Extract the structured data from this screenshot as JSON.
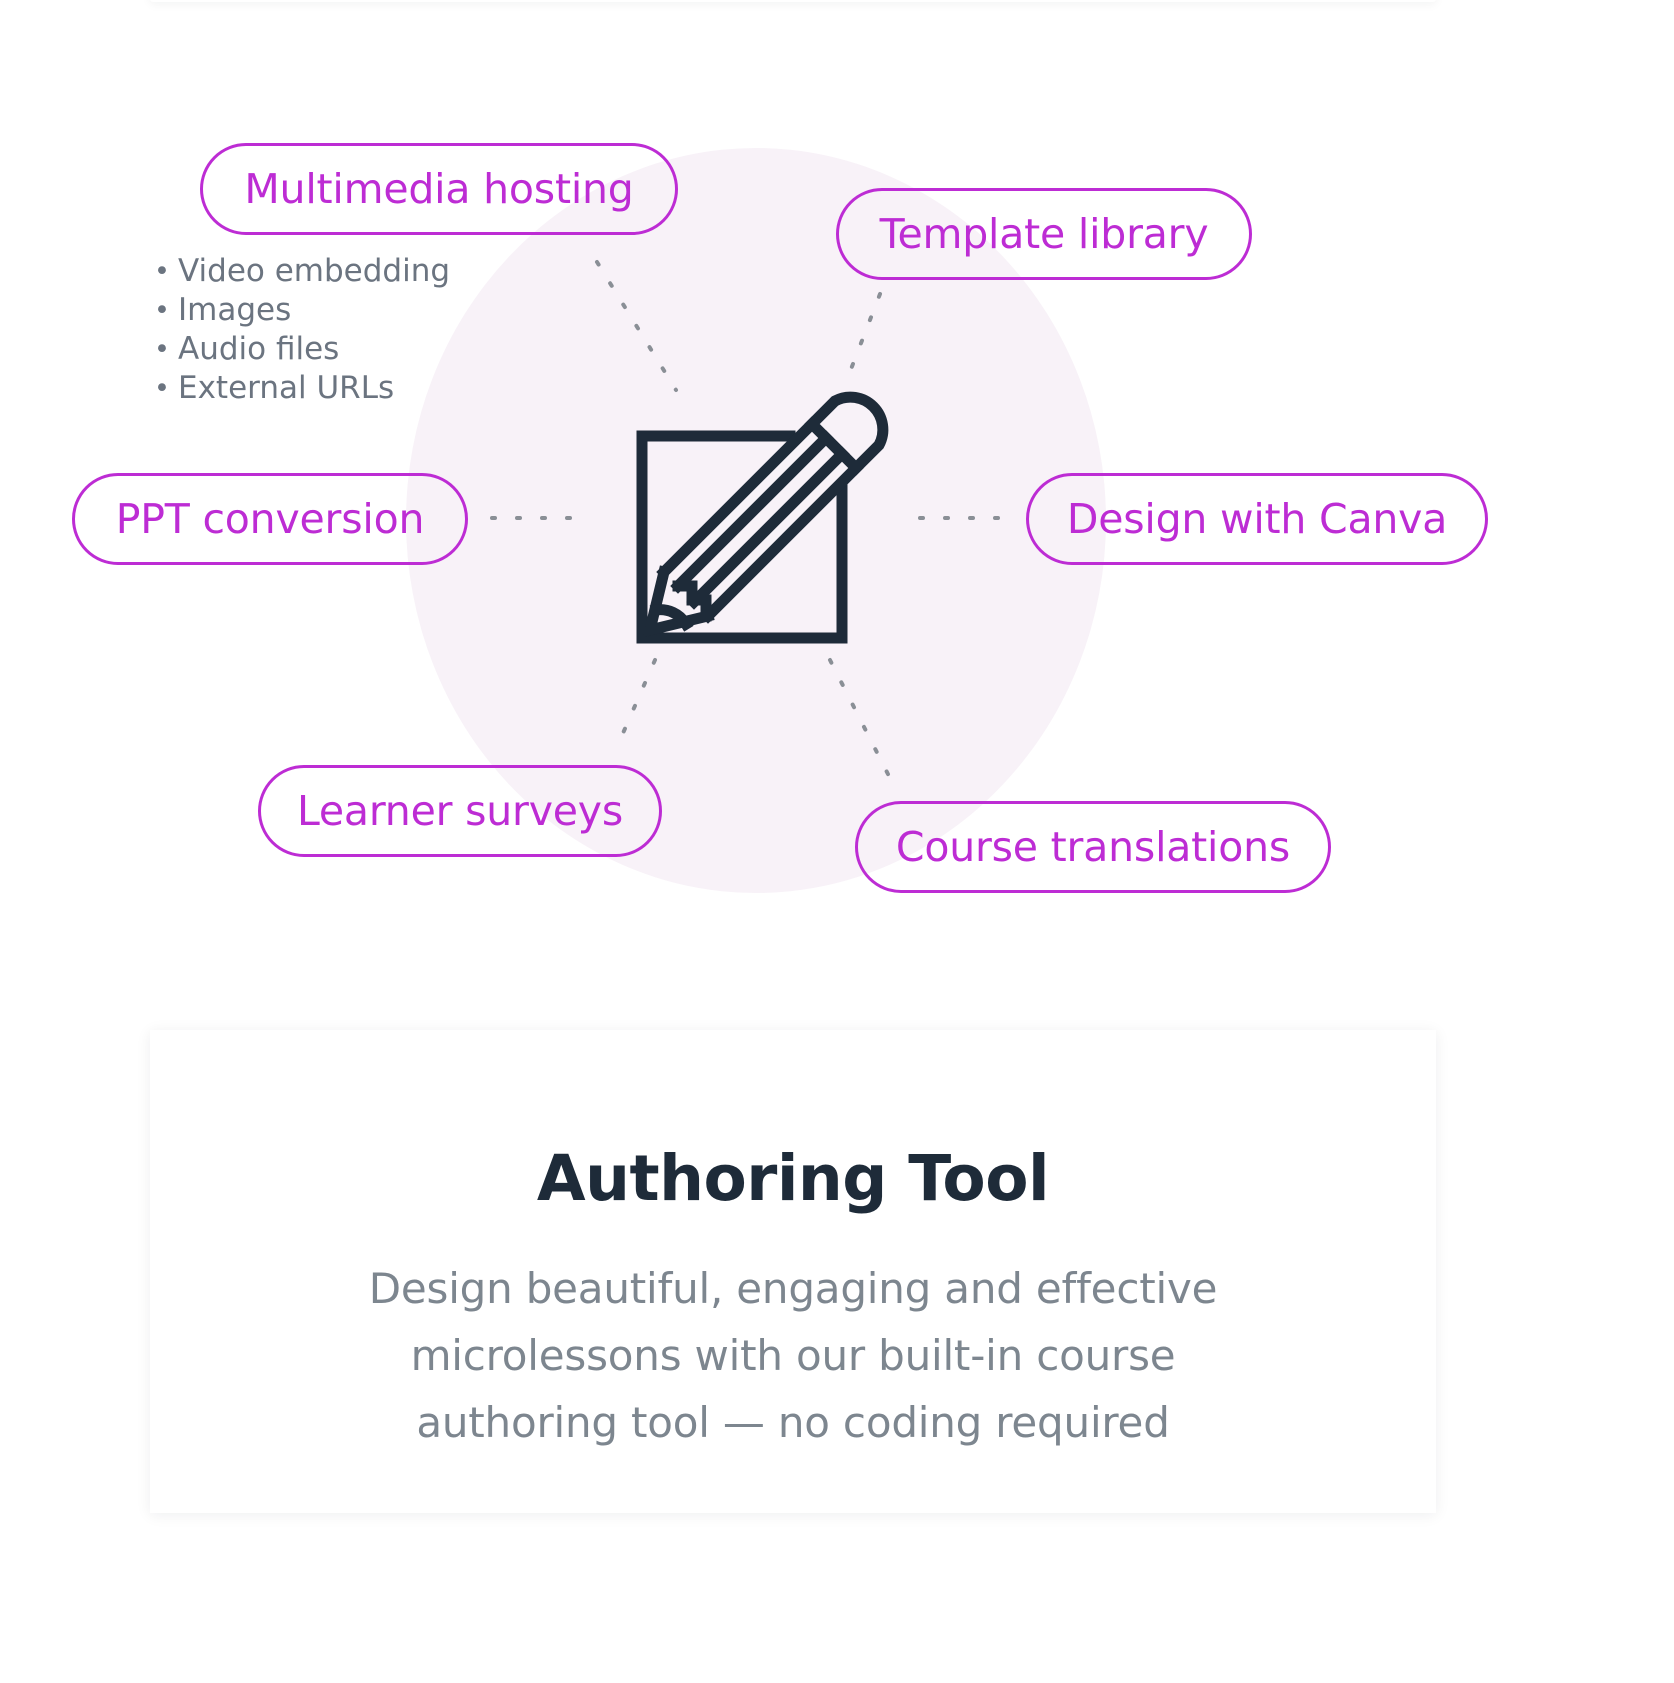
{
  "theme": {
    "accent": "#bd2cd4",
    "halo": "#f8f2f8",
    "ink": "#1e2b39",
    "muted": "#6b7480",
    "desc": "#7d868f",
    "page_bg": "#ffffff"
  },
  "diagram": {
    "center_icon": "pencil-square-icon",
    "pills": [
      {
        "id": "multimedia-hosting",
        "label": "Multimedia hosting"
      },
      {
        "id": "template-library",
        "label": "Template library"
      },
      {
        "id": "ppt-conversion",
        "label": "PPT conversion"
      },
      {
        "id": "design-with-canva",
        "label": "Design with Canva"
      },
      {
        "id": "learner-surveys",
        "label": "Learner surveys"
      },
      {
        "id": "course-translations",
        "label": "Course translations"
      }
    ],
    "bullets": [
      "Video embedding",
      "Images",
      "Audio files",
      "External URLs"
    ]
  },
  "card": {
    "title": "Authoring Tool",
    "description": "Design beautiful, engaging and effective microlessons with our built-in course authoring tool — no coding required"
  }
}
